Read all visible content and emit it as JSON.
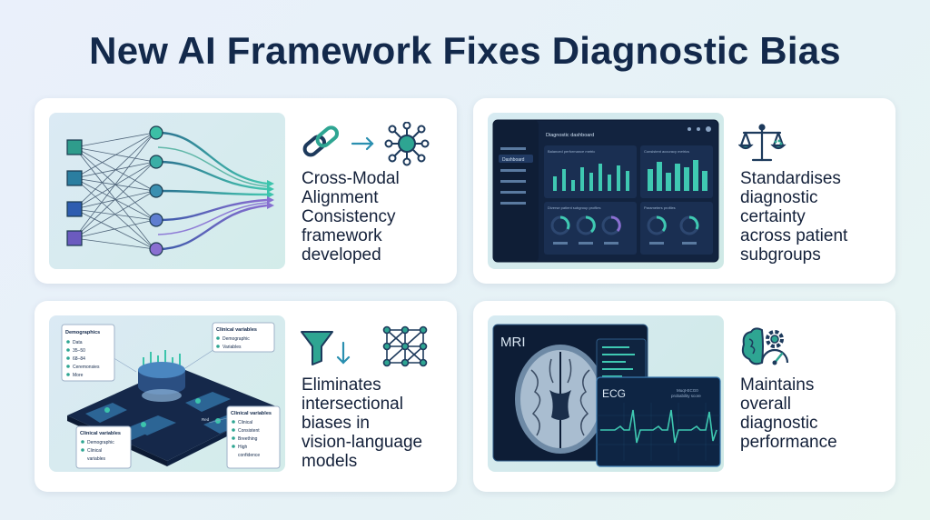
{
  "title": "New AI Framework Fixes Diagnostic Bias",
  "cards": [
    {
      "caption_lines": [
        "Cross-Modal",
        "Alignment",
        "Consistency",
        "framework",
        "developed"
      ],
      "icons": [
        "link-icon",
        "arrow-right-icon",
        "network-icon"
      ]
    },
    {
      "caption_lines": [
        "Standardises",
        "diagnostic",
        "certainty",
        "across patient",
        "subgroups"
      ],
      "icons": [
        "scales-icon"
      ],
      "dashboard": {
        "title": "Diagnostic dashboard",
        "nav_item": "Dashboard",
        "panel1_title": "Balanced performance metric",
        "panel2_title": "Consistent accuracy metrics",
        "panel3_title": "Diverse patient subgroup profiles",
        "panel4_title": "Parameters profiles"
      }
    },
    {
      "caption_lines": [
        "Eliminates",
        "intersectional",
        "biases in",
        "vision-language",
        "models"
      ],
      "icons": [
        "funnel-icon",
        "arrow-down-icon",
        "network-icon"
      ],
      "box1": {
        "title": "Demographics",
        "items": [
          "Data",
          "35–50",
          "68–84",
          "Ceremonsies",
          "More"
        ]
      },
      "box2": {
        "title": "Clinical variables",
        "items": [
          "Demographic",
          "Variables"
        ]
      },
      "box3": {
        "title": "Clinical variables",
        "items": [
          "Demographic",
          "Clinical",
          "variables"
        ]
      },
      "box4": {
        "title": "Clinical variables",
        "items": [
          "Clinical",
          "Consistent",
          "Breething",
          "High",
          "confidence"
        ]
      },
      "map_label": "Red"
    },
    {
      "caption_lines": [
        "Maintains",
        "overall",
        "diagnostic",
        "performance"
      ],
      "icons": [
        "brain-gear-icon"
      ],
      "mri_label": "MRI",
      "ecg_label": "ECG",
      "ecg_sub": [
        "Muqt-ECG0",
        "probability score"
      ]
    }
  ]
}
